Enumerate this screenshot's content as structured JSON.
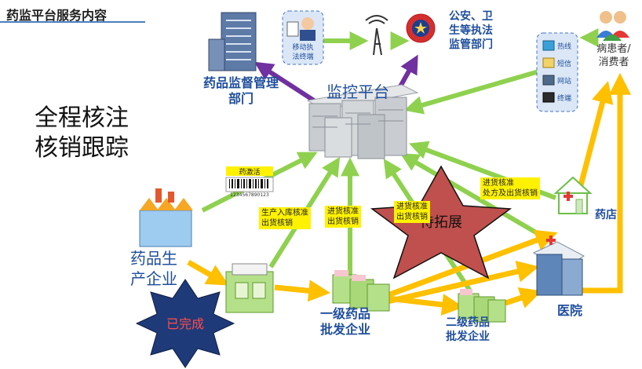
{
  "page_title": "药监平台服务内容",
  "side_text_line1": "全程核注",
  "side_text_line2": "核销跟踪",
  "nodes": {
    "platform": "监控平台",
    "fda_line1": "药品监督管理",
    "fda_line2": "部门",
    "mobile_line1": "移动执",
    "mobile_line2": "法终端",
    "police_line1": "公安、卫",
    "police_line2": "生等执法",
    "police_line3": "监管部门",
    "channel_hotline": "热线",
    "channel_sms": "短信",
    "channel_web": "网站",
    "channel_terminal": "终端",
    "patients_line1": "病患者/",
    "patients_line2": "消费者",
    "manufacturer_line1": "药品生",
    "manufacturer_line2": "产企业",
    "wholesaler1_line1": "一级药品",
    "wholesaler1_line2": "批发企业",
    "wholesaler2_line1": "二级药品",
    "wholesaler2_line2": "批发企业",
    "pharmacy": "药店",
    "hospital": "医院",
    "barcode_label": "药激活",
    "barcode_digits": "1234567890123"
  },
  "tags": {
    "mfg_line1": "生产入库核准",
    "mfg_line2": "出货核销",
    "w1_line1": "进货核准",
    "w1_line2": "出货核销",
    "w2_line1": "进货核准",
    "w2_line2": "出货核销",
    "pharm_line1": "进货核准",
    "pharm_line2": "处方及出货核销"
  },
  "shapes": {
    "star_label": "待拓展",
    "burst_label": "已完成"
  },
  "colors": {
    "green_arrow": "#8fd14f",
    "orange_arrow": "#ffc000",
    "purple_arrow": "#7030a0",
    "star_fill": "#c0504d",
    "burst_fill": "#1f3a78",
    "label_blue": "#1f4e9c"
  }
}
